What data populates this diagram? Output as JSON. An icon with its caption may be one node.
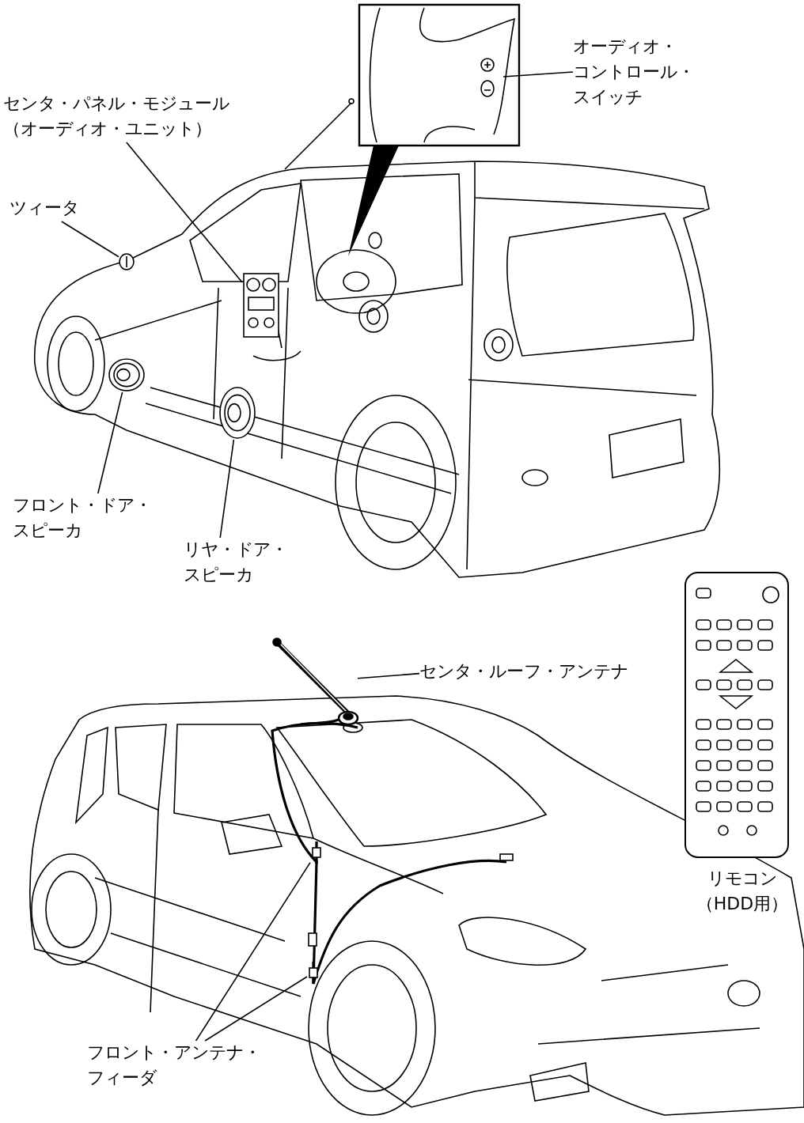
{
  "diagram": {
    "nodes": [
      {
        "text": [
          "オーディオ・コントロール・スイッチ"
        ]
      },
      {
        "text": [],
        "shape": "picture"
      },
      {
        "text": [
          "センタ・パネル・モジュール（オーディオ・ユニット）"
        ]
      },
      {
        "text": [],
        "shape": "picture"
      },
      {
        "text": [
          "ツィータ"
        ]
      },
      {
        "text": [],
        "shape": "picture"
      },
      {
        "text": [
          "フロント・ドア・スピーカ"
        ]
      },
      {
        "text": [],
        "shape": "picture"
      },
      {
        "text": [
          "リヤ・ドア・スピーカ"
        ]
      },
      {
        "text": [],
        "shape": "picture"
      },
      {
        "text": [
          "センタ・ルーフ・アンテナ"
        ]
      },
      {
        "text": [],
        "shape": "picture"
      },
      {
        "text": [
          "フロント・アンテナ・フィーダ"
        ]
      },
      {
        "text": [],
        "shape": "picture"
      },
      {
        "text": [],
        "shape": "picture"
      }
    ],
    "edges": [
      {
        "from": 0,
        "to": 1,
        "arrow": "none"
      },
      {
        "from": 2,
        "to": 3,
        "arrow": "none"
      },
      {
        "from": 4,
        "to": 5,
        "arrow": "none"
      },
      {
        "from": 6,
        "to": 7,
        "arrow": "none"
      },
      {
        "from": 8,
        "to": 9,
        "arrow": "none"
      },
      {
        "from": 10,
        "to": 11,
        "arrow": "none"
      },
      {
        "from": 12,
        "to": 13,
        "arrow": "none"
      },
      {
        "from": 12,
        "to": 14,
        "arrow": "none"
      }
    ],
    "labels": [
      "リモコン（HDD用）"
    ]
  }
}
